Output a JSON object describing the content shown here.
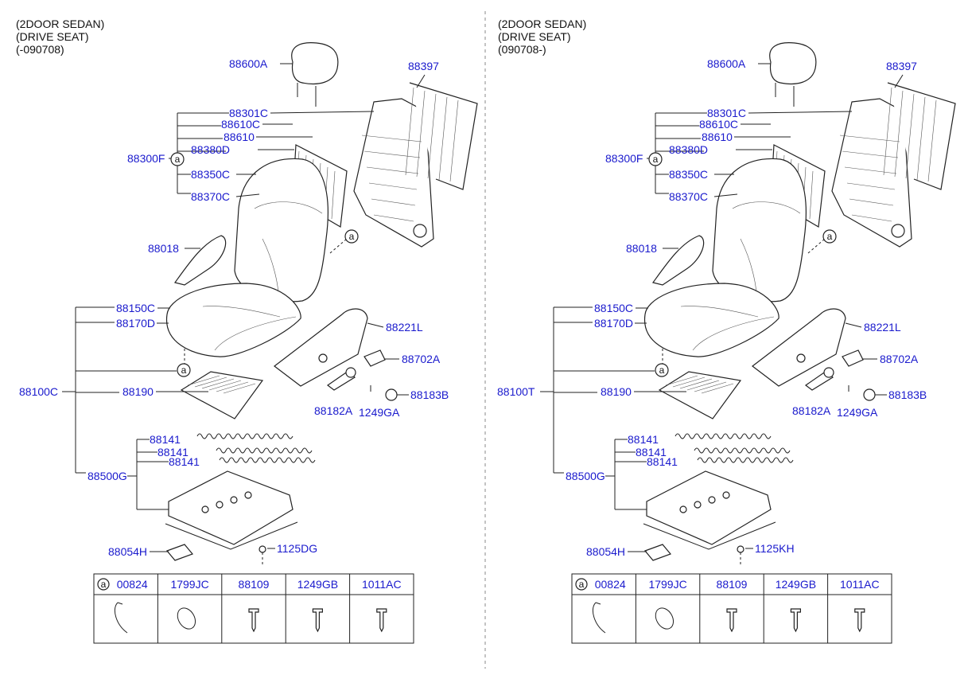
{
  "panels": [
    {
      "header": [
        "(2DOOR SEDAN)",
        "(DRIVE SEAT)",
        "(-090708)"
      ],
      "parts": {
        "headrest": "88600A",
        "back_cover": "88397",
        "bolt1": "88301C",
        "bolt2": "88610C",
        "bolt3": "88610",
        "pad_back": "88380D",
        "back_assy": "88300F",
        "clip_back": "88350C",
        "back_cover_main": "88370C",
        "side_cover": "88018",
        "cushion_clip": "88150C",
        "cushion_cover": "88170D",
        "side_shield": "88221L",
        "knob": "88702A",
        "cushion_assy": "88100C",
        "cushion_pad": "88190",
        "lever": "88182A",
        "screw": "1249GA",
        "cap": "88183B",
        "spring1": "88141",
        "spring2": "88141",
        "spring3": "88141",
        "track_assy": "88500G",
        "track_cover": "88054H",
        "track_bolt": "1125DG"
      },
      "circle_marker": "a",
      "table": [
        "00824",
        "1799JC",
        "88109",
        "1249GB",
        "1011AC"
      ]
    },
    {
      "header": [
        "(2DOOR SEDAN)",
        "(DRIVE SEAT)",
        "(090708-)"
      ],
      "parts": {
        "headrest": "88600A",
        "back_cover": "88397",
        "bolt1": "88301C",
        "bolt2": "88610C",
        "bolt3": "88610",
        "pad_back": "88380D",
        "back_assy": "88300F",
        "clip_back": "88350C",
        "back_cover_main": "88370C",
        "side_cover": "88018",
        "cushion_clip": "88150C",
        "cushion_cover": "88170D",
        "side_shield": "88221L",
        "knob": "88702A",
        "cushion_assy": "88100T",
        "cushion_pad": "88190",
        "lever": "88182A",
        "screw": "1249GA",
        "cap": "88183B",
        "spring1": "88141",
        "spring2": "88141",
        "spring3": "88141",
        "track_assy": "88500G",
        "track_cover": "88054H",
        "track_bolt": "1125KH"
      },
      "circle_marker": "a",
      "table": [
        "00824",
        "1799JC",
        "88109",
        "1249GB",
        "1011AC"
      ]
    }
  ]
}
